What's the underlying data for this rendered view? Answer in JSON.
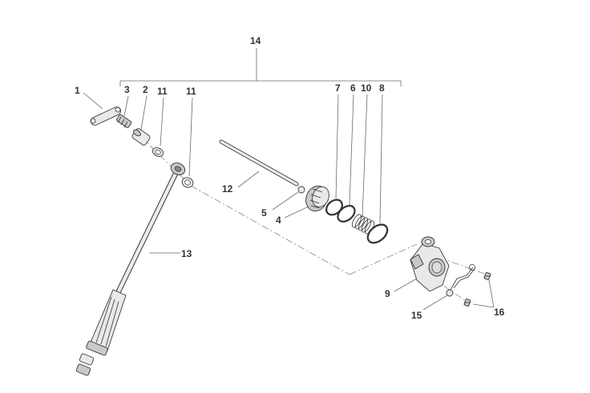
{
  "labels": {
    "p1": "1",
    "p2": "2",
    "p3": "3",
    "p4": "4",
    "p5": "5",
    "p6": "6",
    "p7": "7",
    "p8": "8",
    "p9": "9",
    "p10": "10",
    "p11a": "11",
    "p11b": "11",
    "p12": "12",
    "p13": "13",
    "p14": "14",
    "p15": "15",
    "p16": "16"
  },
  "colors": {
    "line": "#333333",
    "leader": "#6a6a6a",
    "fill_light": "#e9e9e9",
    "fill_dark": "#c9c9c9"
  }
}
